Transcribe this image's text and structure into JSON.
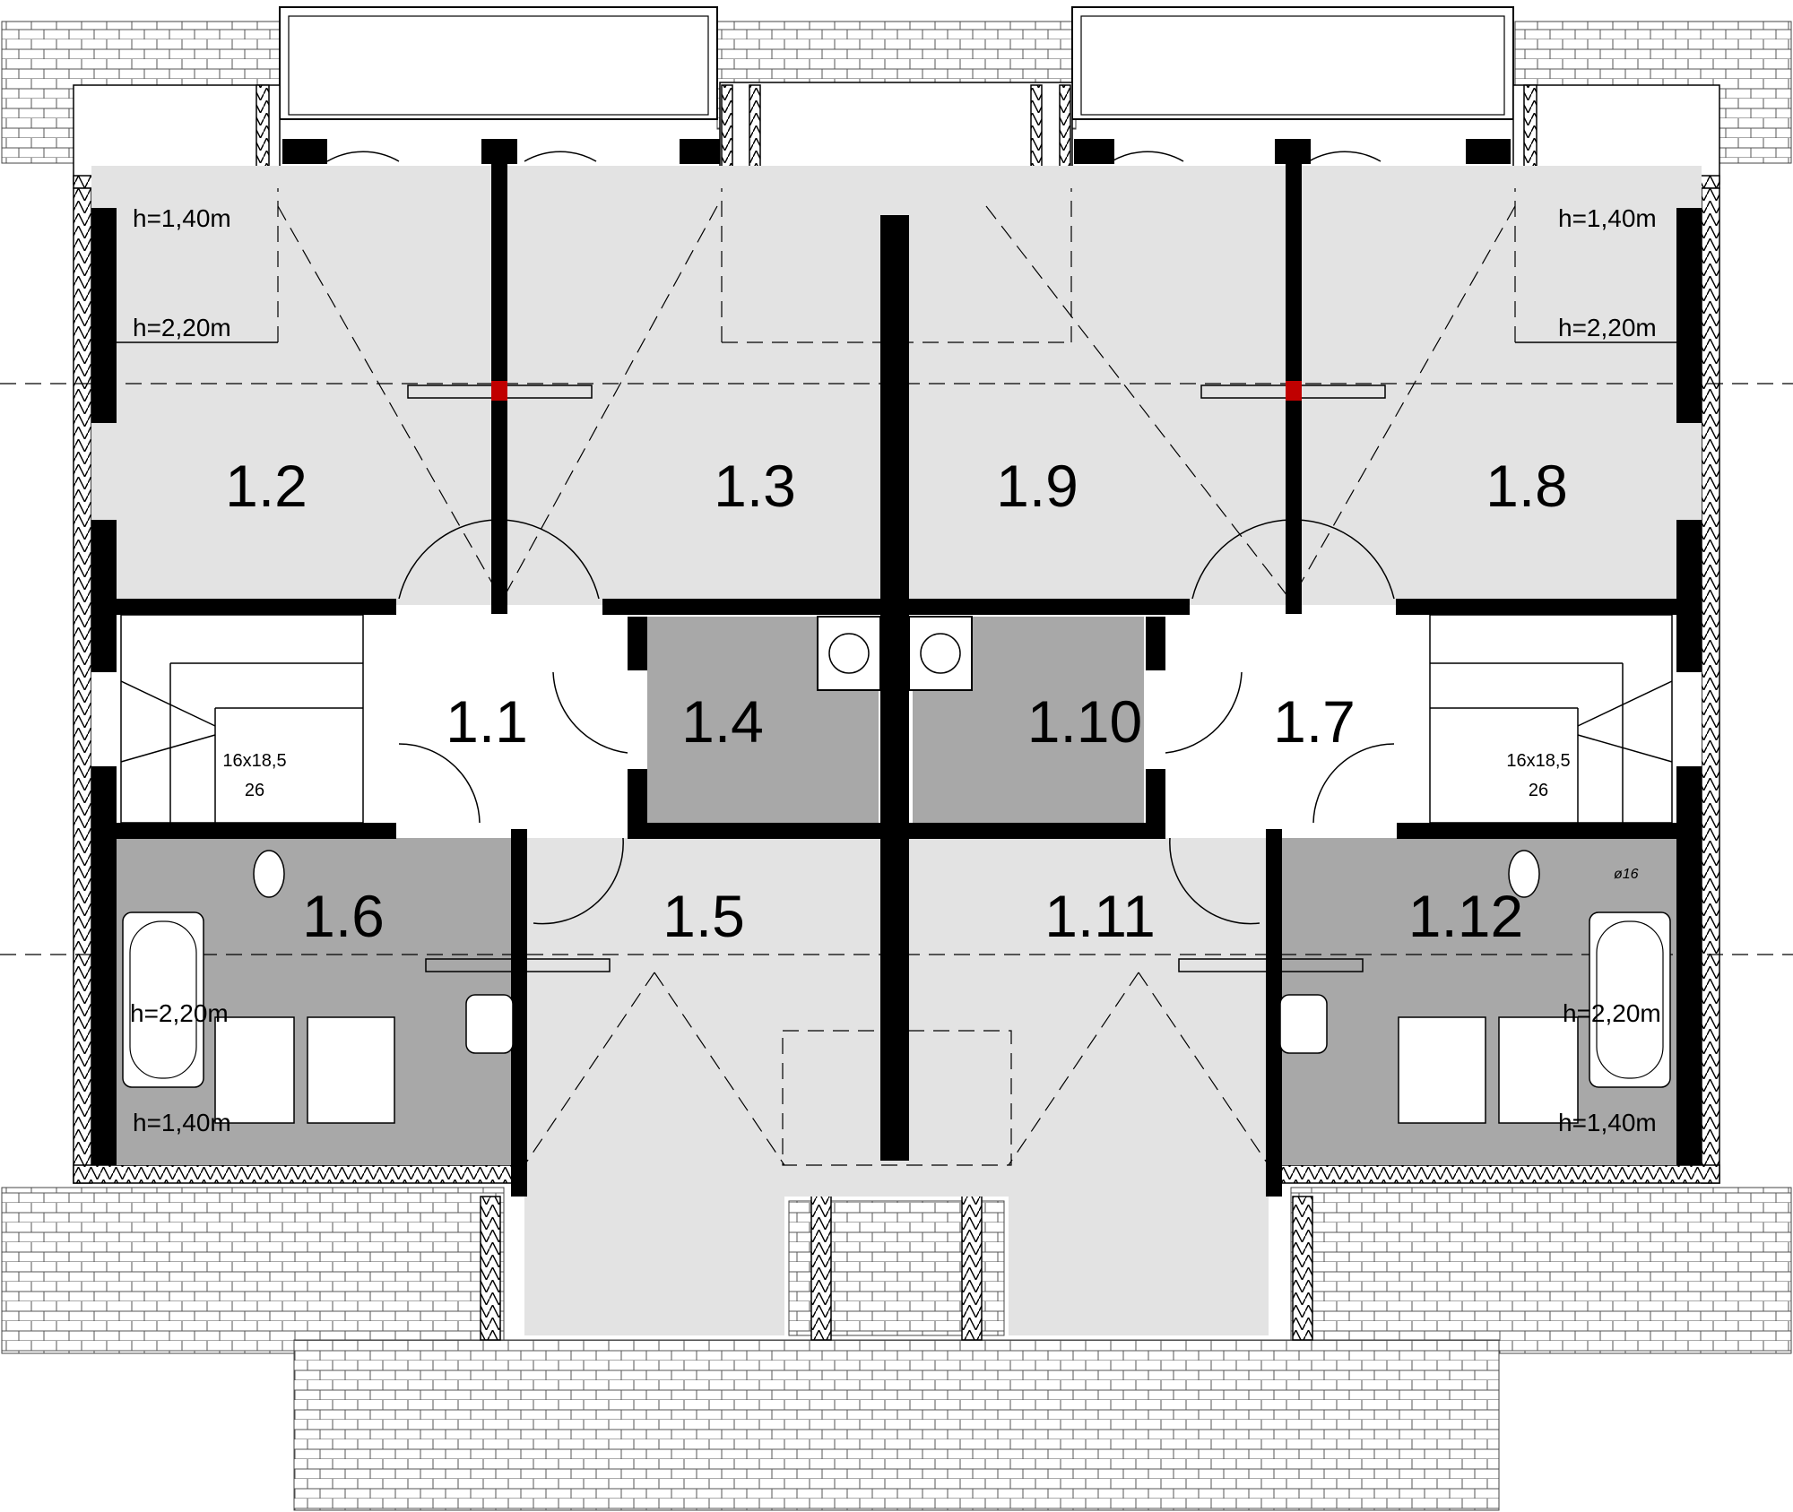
{
  "rooms": [
    {
      "id": "1.2",
      "label": "1.2"
    },
    {
      "id": "1.3",
      "label": "1.3"
    },
    {
      "id": "1.9",
      "label": "1.9"
    },
    {
      "id": "1.8",
      "label": "1.8"
    },
    {
      "id": "1.1",
      "label": "1.1"
    },
    {
      "id": "1.4",
      "label": "1.4"
    },
    {
      "id": "1.10",
      "label": "1.10"
    },
    {
      "id": "1.7",
      "label": "1.7"
    },
    {
      "id": "1.6",
      "label": "1.6"
    },
    {
      "id": "1.5",
      "label": "1.5"
    },
    {
      "id": "1.11",
      "label": "1.11"
    },
    {
      "id": "1.12",
      "label": "1.12"
    }
  ],
  "heights": {
    "h140": "h=1,40m",
    "h220": "h=2,20m"
  },
  "stairs": {
    "left": {
      "dims": "16x18,5",
      "count": "26"
    },
    "right": {
      "dims": "16x18,5",
      "count": "26"
    }
  },
  "pipe_label": "ø16",
  "colors": {
    "light_room": "#e3e3e3",
    "dark_room": "#a8a8a8",
    "wall": "#000000",
    "background": "#ffffff"
  }
}
